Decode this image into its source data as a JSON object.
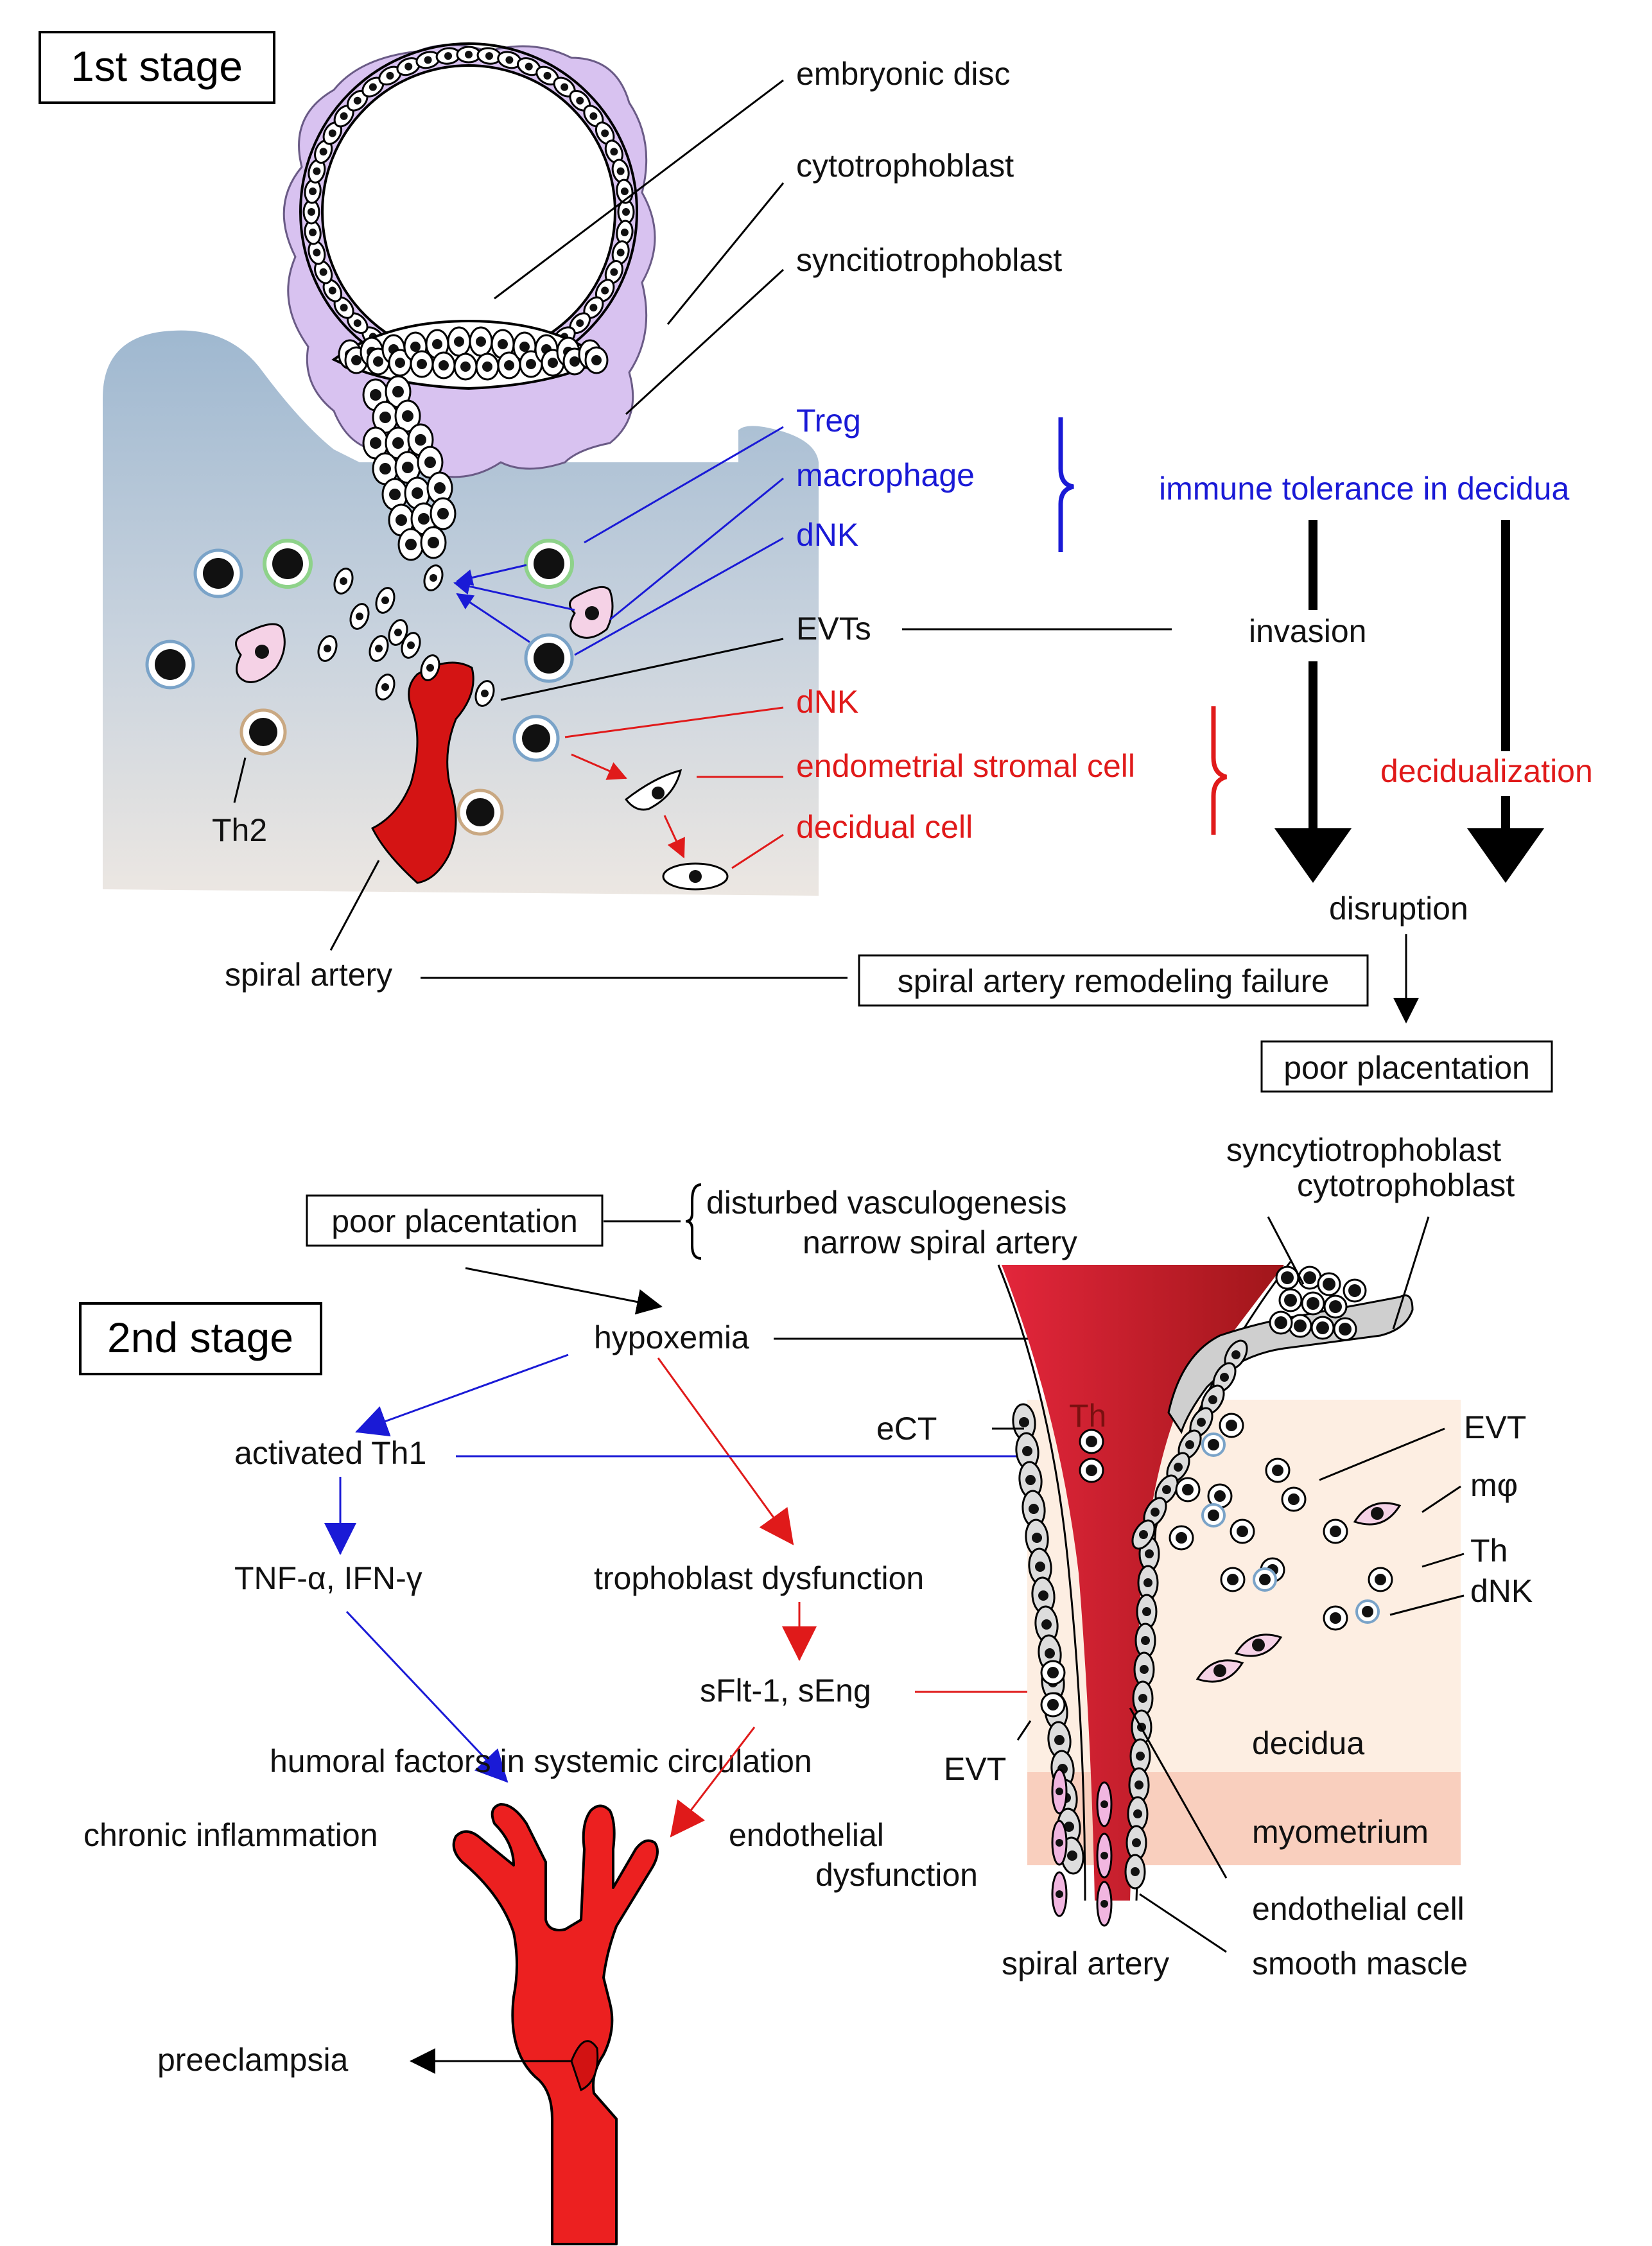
{
  "stage1": {
    "title": "1st stage",
    "labels": {
      "embryonic_disc": "embryonic disc",
      "cytotrophoblast": "cytotrophoblast",
      "syncitiotrophoblast": "syncitiotrophoblast",
      "treg": "Treg",
      "macrophage": "macrophage",
      "dnk_blue": "dNK",
      "evts": "EVTs",
      "dnk_red": "dNK",
      "endometrial_stromal_cell": "endometrial stromal cell",
      "decidual_cell": "decidual cell",
      "th2": "Th2",
      "spiral_artery": "spiral artery"
    },
    "flow": {
      "immune_tolerance": "immune tolerance in decidua",
      "invasion": "invasion",
      "decidualization": "decidualization",
      "disruption": "disruption",
      "remodeling_failure": "spiral artery remodeling failure",
      "poor_placentation": "poor placentation"
    }
  },
  "stage2": {
    "title": "2nd stage",
    "poor_placentation": "poor placentation",
    "disturbed_vasculogenesis": "disturbed vasculogenesis",
    "narrow_spiral_artery": "narrow spiral artery",
    "hypoxemia": "hypoxemia",
    "activated_th1": "activated Th1",
    "cytokines": "TNF-α, IFN-γ",
    "trophoblast_dysfunction": "trophoblast dysfunction",
    "sflt_seng": "sFlt-1, sEng",
    "humoral_factors": "humoral factors in systemic circulation",
    "chronic_inflammation": "chronic inflammation",
    "endothelial": "endothelial",
    "dysfunction": "dysfunction",
    "preeclampsia": "preeclampsia",
    "labels": {
      "syncytiotrophoblast": "syncytiotrophoblast",
      "cytotrophoblast": "cytotrophoblast",
      "ect": "eCT",
      "th_left": "Th",
      "evt_right": "EVT",
      "mphi": "mφ",
      "th_right": "Th",
      "dnk": "dNK",
      "evt_left": "EVT",
      "decidua": "decidua",
      "myometrium": "myometrium",
      "endothelial_cell": "endothelial cell",
      "smooth_mascle": "smooth mascle",
      "spiral_artery": "spiral artery"
    }
  },
  "colors": {
    "immune_blue": "#1a1ad6",
    "decidual_red": "#e01a1a",
    "syncytio_lilac": "#d8c2f0",
    "decidua_gradient_top": "#9fb8d0",
    "decidua_gradient_bottom": "#ece7e2",
    "artery_red": "#e41e1e",
    "decidua_peach": "#fdeee2",
    "myometrium_pink": "#f9cfbe"
  }
}
